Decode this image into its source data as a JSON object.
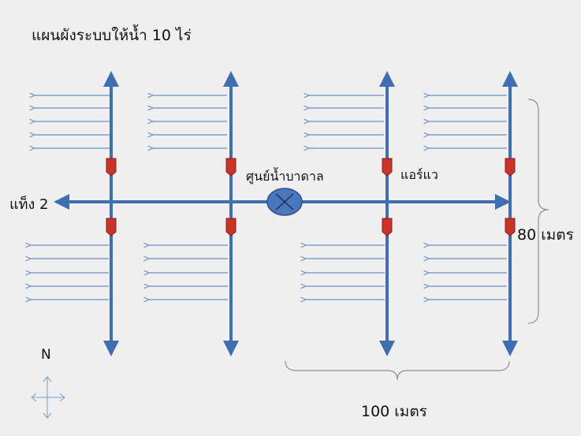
{
  "title": "แผนผังระบบให้น้ำ 10 ไร่",
  "tank_label": "แท็ง 2",
  "well_label": "ศูนย์น้ำบาดาล",
  "valve_label": "แอร์แว",
  "dim_vertical": "80 เมตร",
  "dim_horizontal": "100 เมตร",
  "north_label": "N",
  "colors": {
    "pipe": "#3f6eb1",
    "lateral": "#6a8fc8",
    "valve": "#c8332a",
    "well_fill": "#4a77bd",
    "bracket": "#8f8f8f",
    "background": "#efefef"
  },
  "icons": [
    "well-valve-icon",
    "north-compass-icon"
  ]
}
